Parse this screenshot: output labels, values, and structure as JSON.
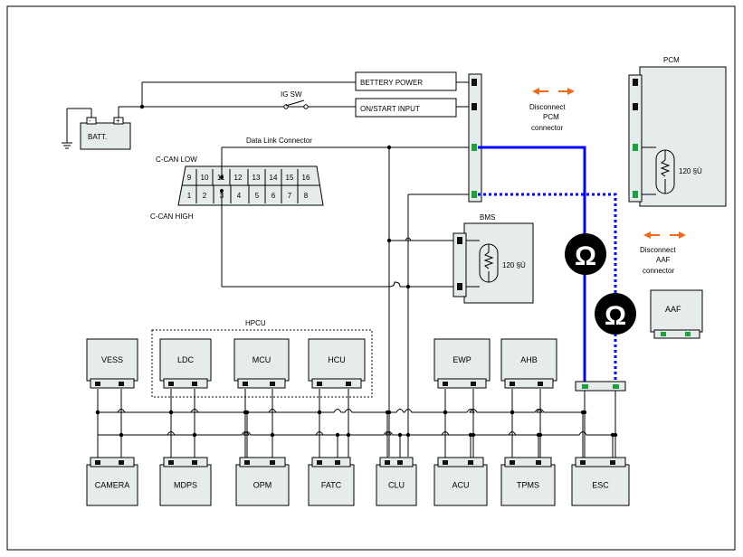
{
  "colors": {
    "can_high_wire": "#0000ff",
    "connector_green": "#1aa33a",
    "arrow_orange": "#f06a1a",
    "module_fill": "#e6ebeb",
    "ohm_badge": "#000000"
  },
  "labels": {
    "battery_power": "BETTERY POWER",
    "on_start_input": "ON/START INPUT",
    "ig_sw": "IG SW",
    "batt": "BATT.",
    "data_link_connector": "Data Link Connector",
    "c_can_low": "C-CAN LOW",
    "c_can_high": "C-CAN HIGH",
    "pcm": "PCM",
    "bms": "BMS",
    "hpcu": "HPCU",
    "aaf": "AAF",
    "resistor_pcm": "120  §Ù",
    "resistor_bms": "120  §Ù",
    "disconnect_pcm": [
      "Disconnect",
      "PCM",
      "connector"
    ],
    "disconnect_aaf": [
      "Disconnect",
      "AAF",
      "connector"
    ],
    "ohm_symbol": "Ω",
    "plus_sign": "+",
    "minus_sign": "-"
  },
  "dlc_pins": {
    "top": [
      "9",
      "10",
      "11",
      "12",
      "13",
      "14",
      "15",
      "16"
    ],
    "bottom": [
      "1",
      "2",
      "3",
      "4",
      "5",
      "6",
      "7",
      "8"
    ]
  },
  "top_modules": [
    "VESS",
    "LDC",
    "MCU",
    "HCU",
    "EWP",
    "AHB"
  ],
  "bottom_modules": [
    "CAMERA",
    "MDPS",
    "OPM",
    "FATC",
    "CLU",
    "ACU",
    "TPMS",
    "ESC"
  ]
}
